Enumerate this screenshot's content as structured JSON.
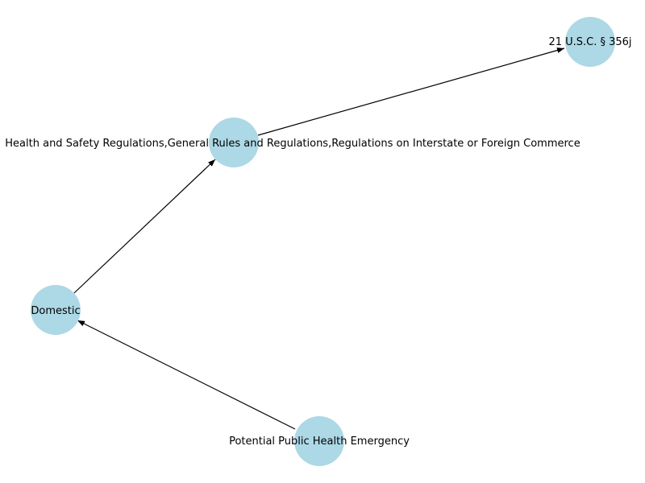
{
  "diagram": {
    "type": "directed-graph",
    "node_color": "#add8e6",
    "edge_color": "#000000",
    "nodes": [
      {
        "id": "usc",
        "label": "21 U.S.C. § 356j"
      },
      {
        "id": "regs",
        "label": "Health and Safety Regulations,General Rules and Regulations,Regulations on Interstate or Foreign Commerce"
      },
      {
        "id": "domestic",
        "label": "Domestic"
      },
      {
        "id": "emergency",
        "label": "Potential Public Health Emergency"
      }
    ],
    "edges": [
      {
        "from": "emergency",
        "to": "domestic"
      },
      {
        "from": "domestic",
        "to": "regs"
      },
      {
        "from": "regs",
        "to": "usc"
      }
    ]
  }
}
